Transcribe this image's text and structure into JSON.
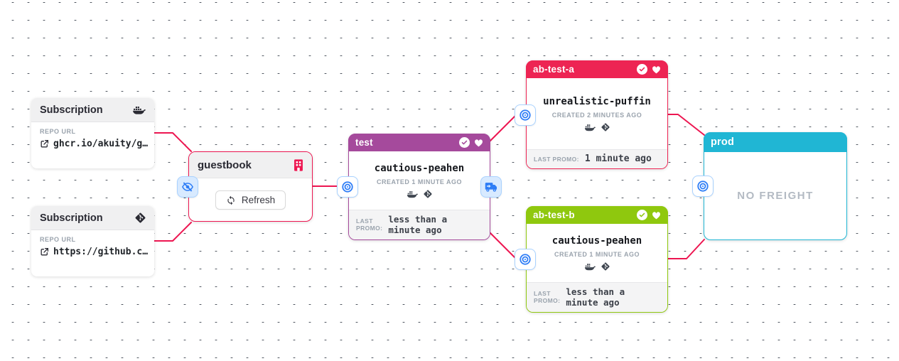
{
  "colors": {
    "edge": "#ed1651",
    "anchor_blue": "#2e7df6"
  },
  "subscriptions": [
    {
      "title": "Subscription",
      "icon": "docker-icon",
      "repo_label": "REPO URL",
      "repo_url": "ghcr.io/akuity/g…"
    },
    {
      "title": "Subscription",
      "icon": "git-icon",
      "repo_label": "REPO URL",
      "repo_url": "https://github.c…"
    }
  ],
  "warehouse": {
    "title": "guestbook",
    "refresh_label": "Refresh"
  },
  "stages": [
    {
      "name": "test",
      "color": "#a54a9c",
      "freight_name": "cautious-peahen",
      "created": "CREATED 1 MINUTE AGO",
      "last_promo_label": "LAST PROMO:",
      "last_promo": "less than a minute ago"
    },
    {
      "name": "ab-test-a",
      "color": "#ed2453",
      "freight_name": "unrealistic-puffin",
      "created": "CREATED 2 MINUTES AGO",
      "last_promo_label": "LAST PROMO:",
      "last_promo": "1 minute ago"
    },
    {
      "name": "ab-test-b",
      "color": "#8fc80e",
      "freight_name": "cautious-peahen",
      "created": "CREATED 1 MINUTE AGO",
      "last_promo_label": "LAST PROMO:",
      "last_promo": "less than a minute ago"
    },
    {
      "name": "prod",
      "color": "#20b6d4",
      "empty_label": "NO FREIGHT"
    }
  ]
}
